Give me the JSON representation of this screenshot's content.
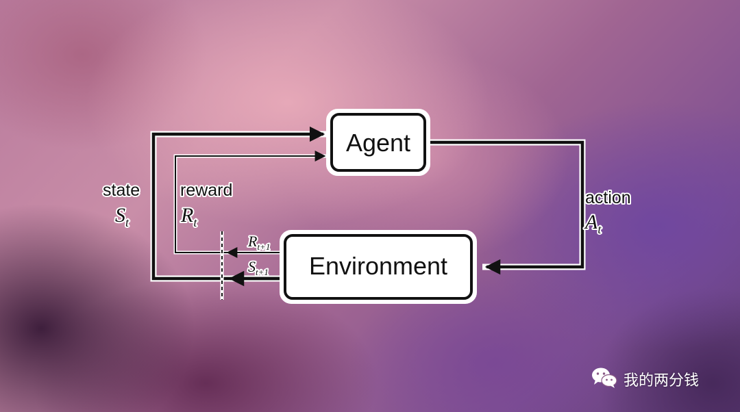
{
  "diagram": {
    "nodes": {
      "agent": "Agent",
      "environment": "Environment"
    },
    "labels": {
      "state_word": "state",
      "state_symbol": "S",
      "state_subscript": "t",
      "reward_word": "reward",
      "reward_symbol": "R",
      "reward_subscript": "t",
      "action_word": "action",
      "action_symbol": "A",
      "action_subscript": "t",
      "next_reward_symbol": "R",
      "next_reward_subscript": "t+1",
      "next_state_symbol": "S",
      "next_state_subscript": "t+1"
    },
    "colors": {
      "line": "#111111",
      "box_fill": "#ffffff",
      "box_border": "#111111"
    }
  },
  "watermark": {
    "icon": "wechat-icon",
    "text": "我的两分钱"
  }
}
